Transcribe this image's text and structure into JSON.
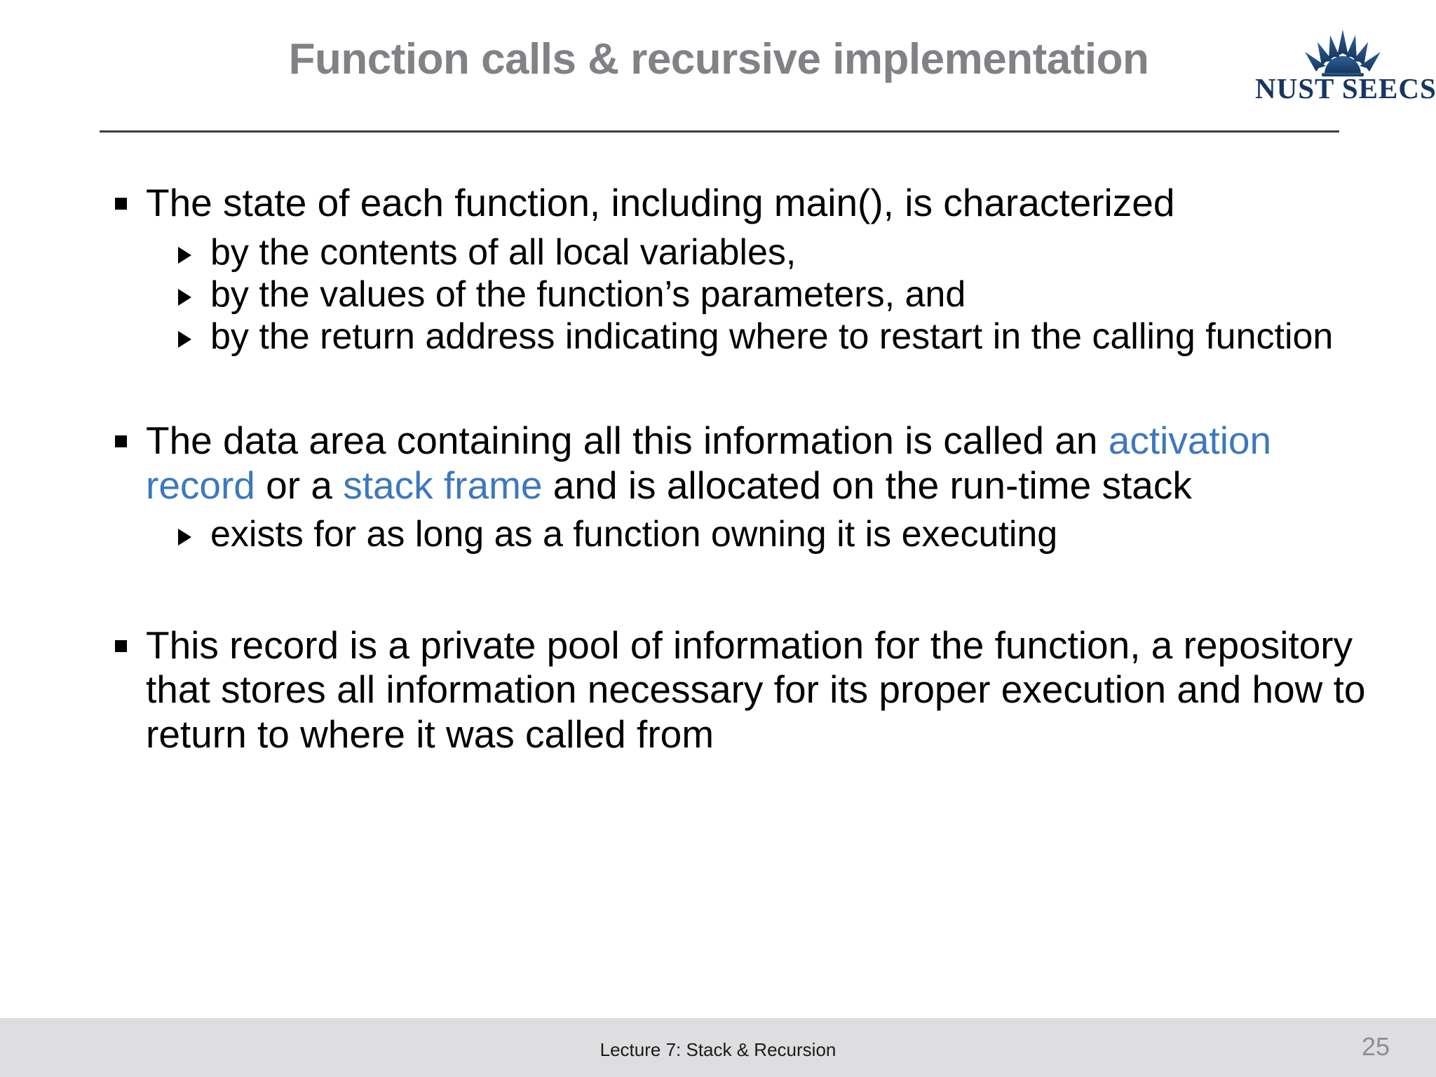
{
  "slide": {
    "title": "Function calls & recursive implementation",
    "logo": {
      "wordmark": "NUST SEECS",
      "mark_name": "nust-seecs-sunburst",
      "color": "#18375f"
    },
    "accent_color": "#3c78be",
    "title_color": "#808285",
    "rule_color": "#3b3b46",
    "footer_bg": "#dedee0"
  },
  "body": {
    "block1": {
      "bullet": "The state of each function, including main(), is characterized",
      "sub": [
        "by the contents of all local variables,",
        "by the values of the function’s parameters, and",
        "by the return address indicating where to restart in the calling function"
      ]
    },
    "block2": {
      "lead": "The data area containing all this information is called an",
      "term1": "activation record",
      "mid": " or a ",
      "term2": "stack frame",
      "tail": " and is allocated on the run-time stack",
      "sub": [
        "exists for as long as a function owning it is executing"
      ]
    },
    "block3": {
      "bullet": "This record is a private pool of information for the function, a repository that stores all information necessary for its proper execution and how to return to where it was called from"
    }
  },
  "footer": {
    "text": "Lecture 7: Stack & Recursion",
    "page_number": "25"
  }
}
